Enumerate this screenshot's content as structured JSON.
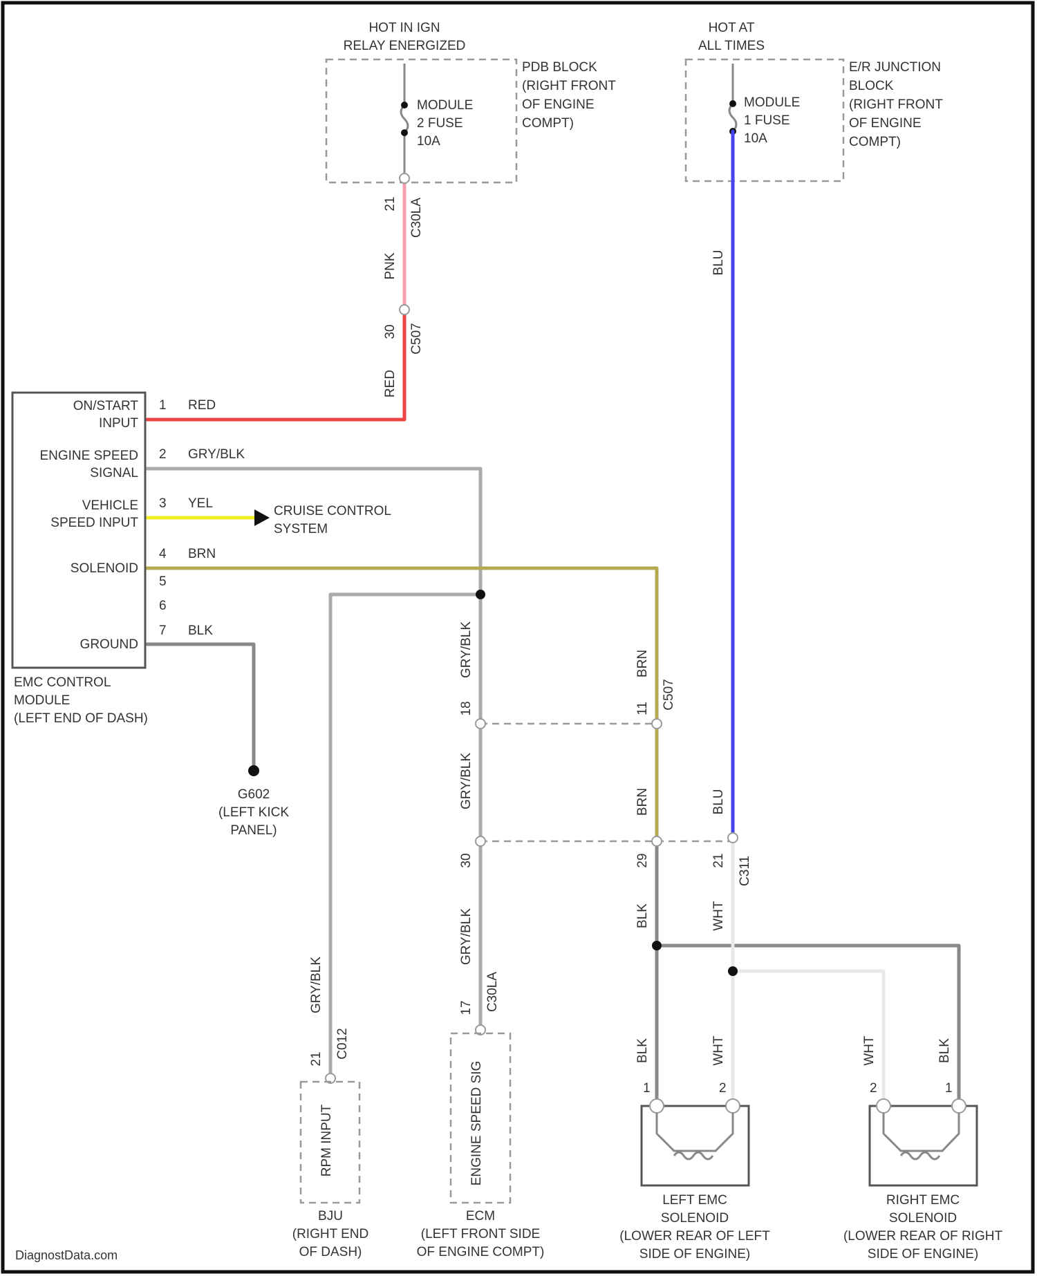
{
  "fuse_sources": {
    "pdb": {
      "hot_line1": "HOT IN IGN",
      "hot_line2": "RELAY ENERGIZED",
      "block_lines": [
        "PDB BLOCK",
        "(RIGHT FRONT",
        "OF ENGINE",
        "COMPT)"
      ],
      "fuse_lines": [
        "MODULE",
        "2 FUSE",
        "10A"
      ]
    },
    "ejb": {
      "hot_line1": "HOT AT",
      "hot_line2": "ALL TIMES",
      "block_lines": [
        "E/R JUNCTION",
        "BLOCK",
        "(RIGHT FRONT",
        "OF ENGINE",
        "COMPT)"
      ],
      "fuse_lines": [
        "MODULE",
        "1 FUSE",
        "10A"
      ]
    }
  },
  "module": {
    "name_lines": [
      "EMC CONTROL",
      "MODULE",
      "(LEFT END OF DASH)"
    ],
    "pins": [
      {
        "num": "1",
        "label1": "ON/START",
        "label2": "INPUT",
        "wire": "RED"
      },
      {
        "num": "2",
        "label1": "ENGINE SPEED",
        "label2": "SIGNAL",
        "wire": "GRY/BLK"
      },
      {
        "num": "3",
        "label1": "VEHICLE",
        "label2": "SPEED INPUT",
        "wire": "YEL"
      },
      {
        "num": "4",
        "label1": "SOLENOID",
        "label2": "",
        "wire": "BRN"
      },
      {
        "num": "5",
        "label1": "",
        "label2": "",
        "wire": ""
      },
      {
        "num": "6",
        "label1": "",
        "label2": "",
        "wire": ""
      },
      {
        "num": "7",
        "label1": "GROUND",
        "label2": "",
        "wire": "BLK"
      }
    ]
  },
  "cruise": {
    "lines": [
      "CRUISE CONTROL",
      "SYSTEM"
    ]
  },
  "ground": {
    "lines": [
      "G602",
      "(LEFT KICK",
      "PANEL)"
    ]
  },
  "wires": {
    "pnk": "PNK",
    "red": "RED",
    "blu_top": "BLU",
    "blu_bottom": "BLU",
    "gryblk_a": "GRY/BLK",
    "gryblk_b": "GRY/BLK",
    "gryblk_c": "GRY/BLK",
    "gryblk_bju": "GRY/BLK",
    "brn_a": "BRN",
    "brn_b": "BRN",
    "blk_a": "BLK",
    "wht_a": "WHT",
    "blk_left": "BLK",
    "wht_left": "WHT",
    "wht_right": "WHT",
    "blk_right": "BLK"
  },
  "connectors": {
    "c_top_pin": "21",
    "c_top_name": "C30LA",
    "c_mid_pin": "30",
    "c_mid_name": "C507",
    "c5_pin_a": "18",
    "c5_pin_b": "11",
    "c5_name": "C507",
    "c6_pin_a": "30",
    "c6_pin_b": "29",
    "c6_pin_c": "21",
    "c6_name": "C311",
    "bju_pin": "21",
    "bju_name": "C012",
    "ecm_pin": "17",
    "ecm_name": "C30LA"
  },
  "components": {
    "bju": {
      "inner": "RPM INPUT",
      "lines": [
        "BJU",
        "(RIGHT END",
        "OF DASH)"
      ]
    },
    "ecm": {
      "inner": "ENGINE SPEED SIG",
      "lines": [
        "ECM",
        "(LEFT FRONT SIDE",
        "OF ENGINE COMPT)"
      ]
    },
    "left_solenoid": {
      "pin_a": "1",
      "pin_b": "2",
      "lines": [
        "LEFT EMC",
        "SOLENOID",
        "(LOWER REAR OF LEFT",
        "SIDE OF ENGINE)"
      ]
    },
    "right_solenoid": {
      "pin_a": "2",
      "pin_b": "1",
      "lines": [
        "RIGHT EMC",
        "SOLENOID",
        "(LOWER REAR OF RIGHT",
        "SIDE OF ENGINE)"
      ]
    }
  },
  "watermark": "DiagnostData.com",
  "colors": {
    "red": "#ee4444",
    "pink": "#f4a0ae",
    "blue": "#4444ee",
    "yellow": "#eeee22",
    "brown": "#b8a850",
    "gray": "#aaaaaa",
    "white_wire": "#e8e8e8",
    "black_wire": "#888888",
    "border": "#111111"
  }
}
